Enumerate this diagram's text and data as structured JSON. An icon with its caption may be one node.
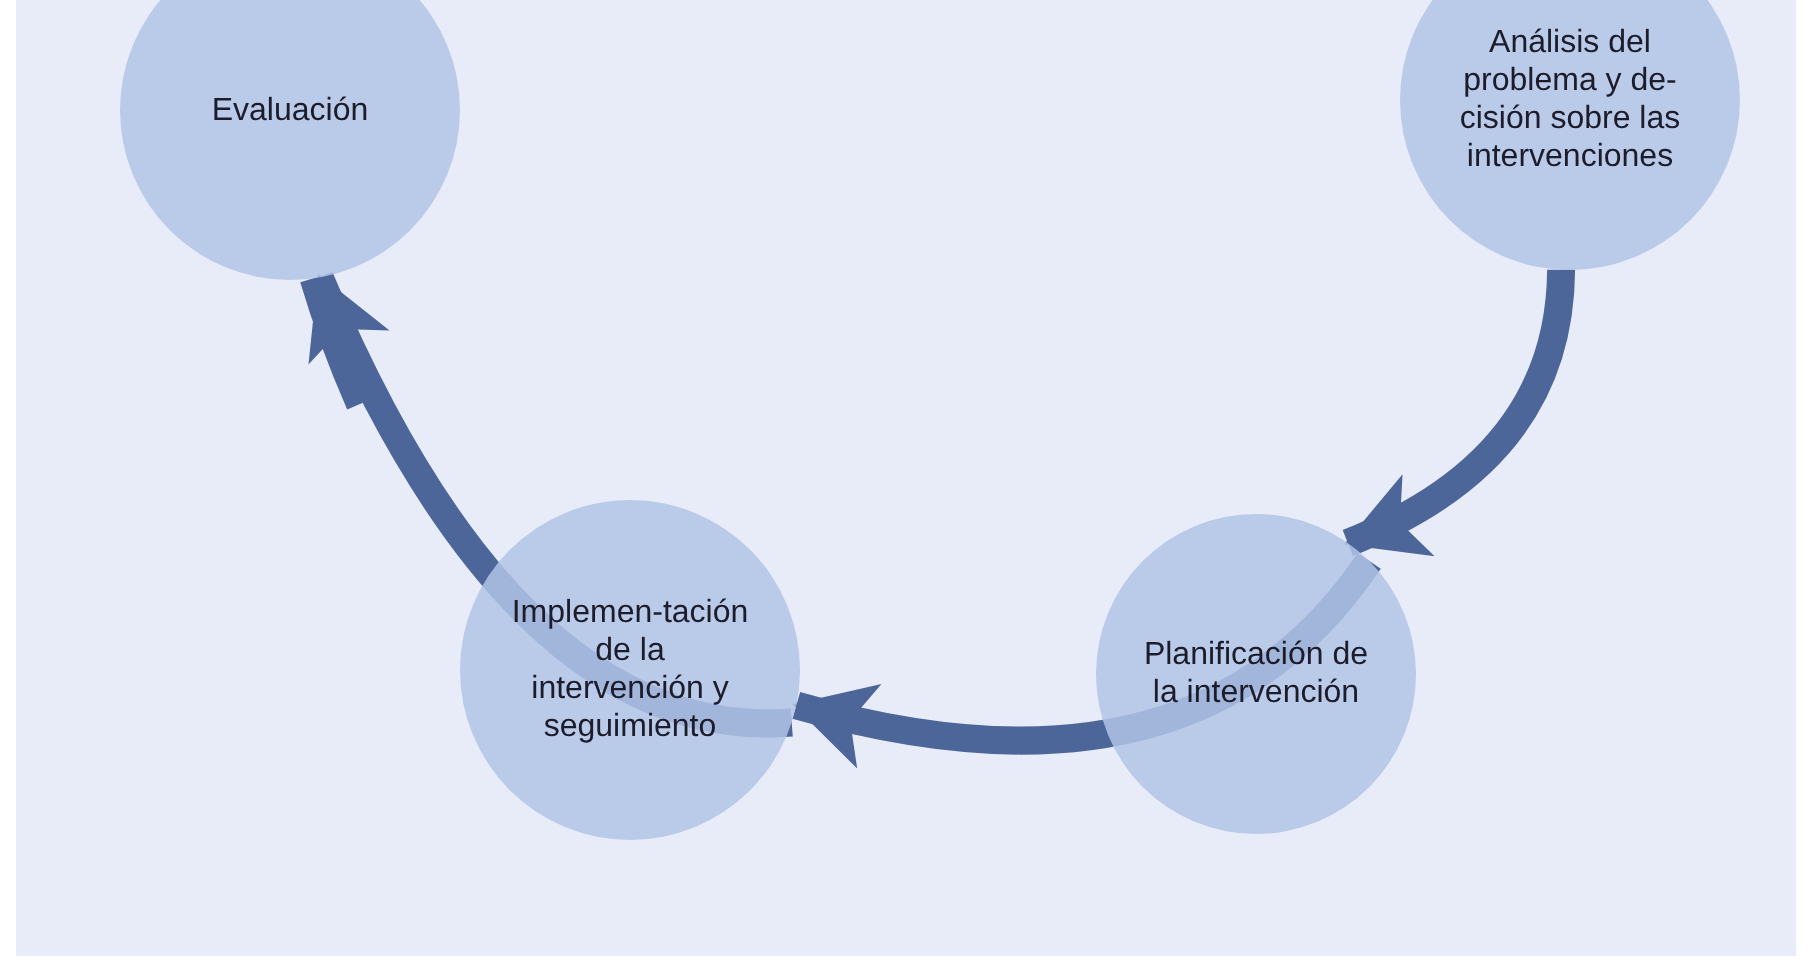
{
  "diagram": {
    "nodes": [
      {
        "text": [
          "Evaluación"
        ]
      },
      {
        "text": [
          "Análisis del problema y de-cisión sobre las intervenciones"
        ]
      },
      {
        "text": [
          "Implemen-tación de la intervención y seguimiento"
        ]
      },
      {
        "text": [
          "Planificación de la intervención"
        ]
      }
    ],
    "edges": [
      {
        "from": 1,
        "to": 3,
        "arrow": "to"
      },
      {
        "from": 3,
        "to": 2,
        "arrow": "to"
      },
      {
        "from": 2,
        "to": 0,
        "arrow": "to"
      },
      {
        "from": 0,
        "to": null,
        "arrow": "none"
      }
    ]
  }
}
